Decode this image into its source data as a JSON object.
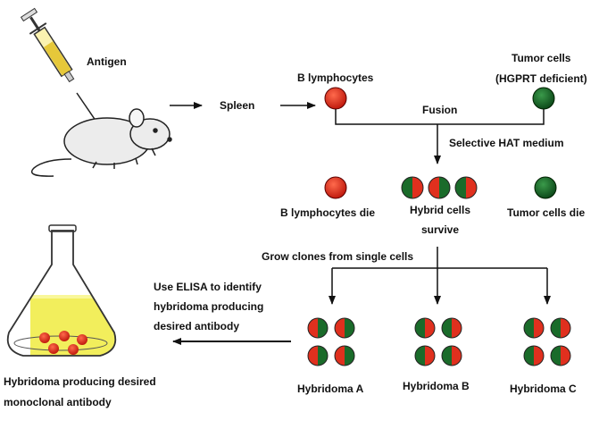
{
  "labels": {
    "antigen": "Antigen",
    "spleen": "Spleen",
    "b_lymphocytes": "B lymphocytes",
    "tumor_cells": "Tumor cells",
    "hgprt": "(HGPRT deficient)",
    "fusion": "Fusion",
    "selective_hat": "Selective HAT medium",
    "b_die": "B lymphocytes die",
    "hybrid_survive_1": "Hybrid cells",
    "hybrid_survive_2": "survive",
    "tumor_die": "Tumor cells die",
    "grow_clones": "Grow clones from single cells",
    "elisa_1": "Use ELISA to identify",
    "elisa_2": "hybridoma producing",
    "elisa_3": "desired antibody",
    "hybridoma_a": "Hybridoma A",
    "hybridoma_b": "Hybridoma B",
    "hybridoma_c": "Hybridoma C",
    "flask_1": "Hybridoma producing desired",
    "flask_2": "monoclonal antibody"
  },
  "colors": {
    "b_cell": "#e0301e",
    "tumor_cell": "#1a6b2a",
    "medium": "#f2ee5c",
    "arrow": "#111111"
  }
}
